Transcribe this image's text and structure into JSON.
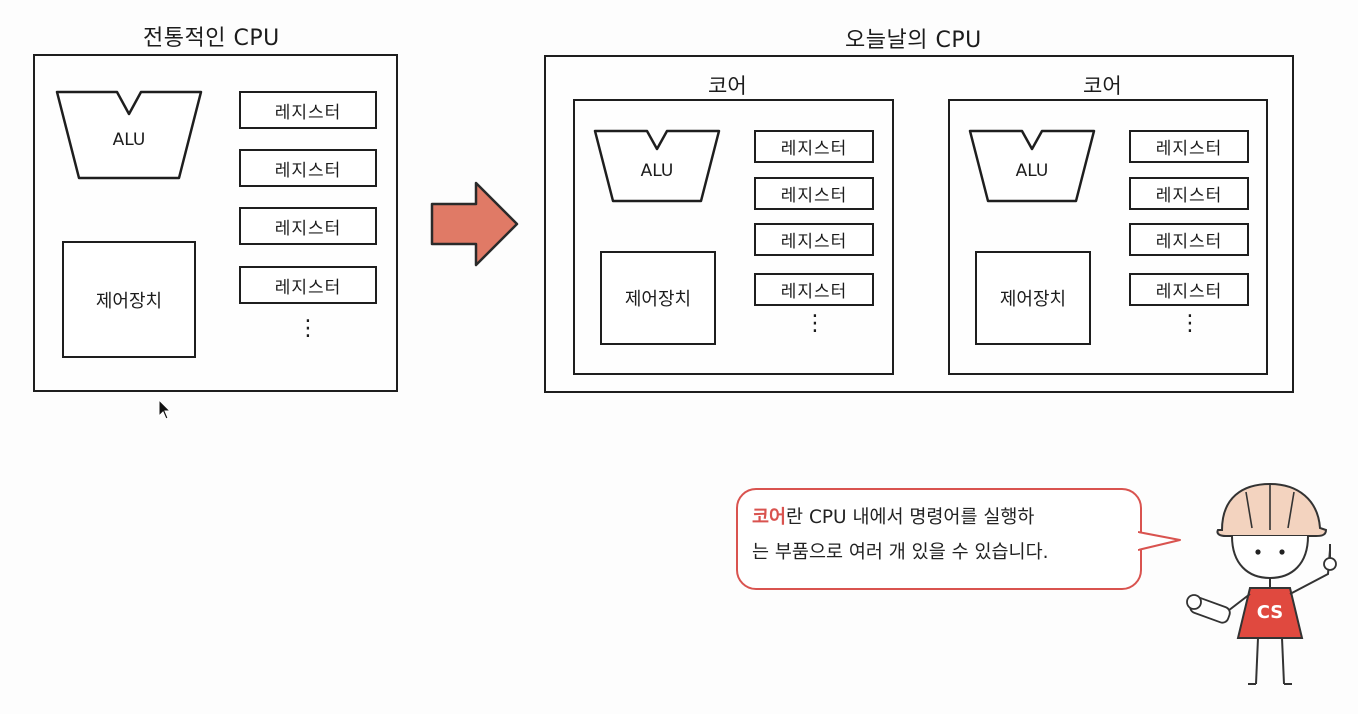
{
  "traditional": {
    "title": "전통적인 CPU",
    "alu_label": "ALU",
    "control_label": "제어장치",
    "registers": [
      "레지스터",
      "레지스터",
      "레지스터",
      "레지스터"
    ],
    "ellipsis": "⋮"
  },
  "modern": {
    "title": "오늘날의 CPU",
    "cores": [
      {
        "label": "코어",
        "alu_label": "ALU",
        "control_label": "제어장치",
        "registers": [
          "레지스터",
          "레지스터",
          "레지스터",
          "레지스터"
        ],
        "ellipsis": "⋮"
      },
      {
        "label": "코어",
        "alu_label": "ALU",
        "control_label": "제어장치",
        "registers": [
          "레지스터",
          "레지스터",
          "레지스터",
          "레지스터"
        ],
        "ellipsis": "⋮"
      }
    ]
  },
  "callout": {
    "highlight": "코어",
    "line1_rest": "란 CPU 내에서 명령어를 실행하",
    "line2": "는 부품으로 여러 개 있을 수 있습니다."
  },
  "mascot": {
    "shirt_text": "CS"
  },
  "colors": {
    "arrow": "#e07a66",
    "accent": "#d9534f",
    "helmet": "#f3d3bf",
    "shirt": "#e0493f"
  },
  "icons": [
    "arrow-right-icon",
    "mouse-cursor-icon",
    "alu-trapezoid-icon"
  ]
}
